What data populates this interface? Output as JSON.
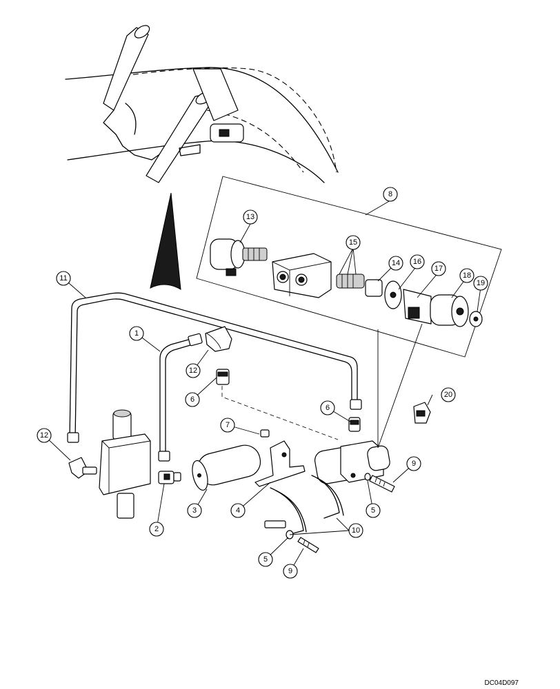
{
  "drawing_code": "DC04D097",
  "callouts": {
    "c1": "1",
    "c2": "2",
    "c3": "3",
    "c4": "4",
    "c5a": "5",
    "c5b": "5",
    "c6a": "6",
    "c6b": "6",
    "c7": "7",
    "c8": "8",
    "c9a": "9",
    "c9b": "9",
    "c10": "10",
    "c11": "11",
    "c12a": "12",
    "c12b": "12",
    "c13": "13",
    "c14": "14",
    "c15": "15",
    "c16": "16",
    "c17": "17",
    "c18": "18",
    "c19": "19",
    "c20": "20"
  }
}
